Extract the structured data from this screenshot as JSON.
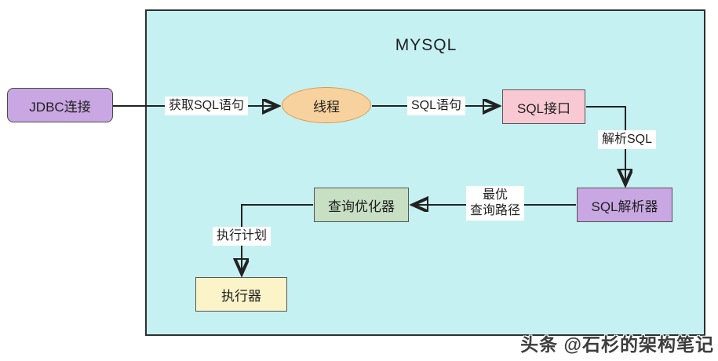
{
  "diagram": {
    "title": "MYSQL",
    "nodes": {
      "jdbc": {
        "label": "JDBC连接"
      },
      "thread": {
        "label": "线程"
      },
      "sql_interface": {
        "label": "SQL接口"
      },
      "sql_parser": {
        "label": "SQL解析器"
      },
      "query_optimizer": {
        "label": "查询优化器"
      },
      "executor": {
        "label": "执行器"
      }
    },
    "edges": {
      "get_sql": {
        "label": "获取SQL语句"
      },
      "sql_statement": {
        "label": "SQL语句"
      },
      "parse_sql": {
        "label": "解析SQL"
      },
      "optimal_path": {
        "line1": "最优",
        "line2": "查询路径"
      },
      "execution_plan": {
        "label": "执行计划"
      }
    },
    "watermark": "头条 @石杉的架构笔记",
    "colors": {
      "container_bg": "#c6f1f2",
      "container_border": "#2f2f2f",
      "node_jdbc": "#c9a7e2",
      "node_thread": "#f8d29e",
      "node_sql_interface": "#f8c9d3",
      "node_sql_parser": "#c9a7e2",
      "node_query_optimizer": "#c7dfc3",
      "node_executor": "#fbf4c9",
      "arrow_line": "#222222"
    }
  }
}
